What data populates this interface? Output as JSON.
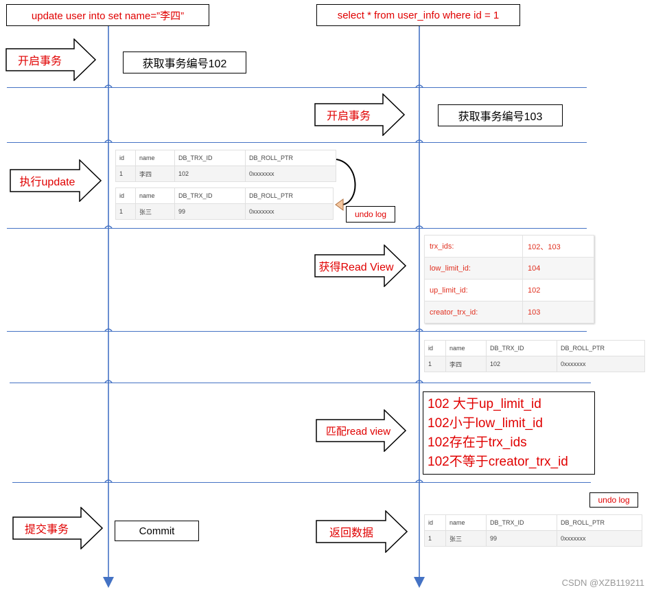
{
  "headers": {
    "left": "update user into set name=”李四”",
    "right": "select * from user_info where id = 1"
  },
  "steps": {
    "begin_left": "开启事务",
    "txid_left": "获取事务编号102",
    "begin_right": "开启事务",
    "txid_right": "获取事务编号103",
    "exec_update": "执行update",
    "get_read_view": "获得Read View",
    "match_read_view": "匹配read view",
    "commit_arrow": "提交事务",
    "commit_box": "Commit",
    "return_data": "返回数据"
  },
  "undo_log_label": "undo log",
  "undo_log_label2": "undo log",
  "table_columns": [
    "id",
    "name",
    "DB_TRX_ID",
    "DB_ROLL_PTR"
  ],
  "row_new": [
    "1",
    "李四",
    "102",
    "0xxxxxxx"
  ],
  "row_old": [
    "1",
    "张三",
    "99",
    "0xxxxxxx"
  ],
  "read_view": [
    {
      "key": "trx_ids:",
      "value": "102、103"
    },
    {
      "key": "low_limit_id:",
      "value": "104"
    },
    {
      "key": "up_limit_id:",
      "value": "102"
    },
    {
      "key": "creator_trx_id:",
      "value": "103"
    }
  ],
  "match_lines": [
    "102 大于up_limit_id",
    "102小于low_limit_id",
    "102存在于trx_ids",
    "102不等于creator_trx_id"
  ],
  "watermark": "CSDN @XZB119211",
  "colors": {
    "accent_line": "#4472c4",
    "label_red": "#e00000"
  }
}
